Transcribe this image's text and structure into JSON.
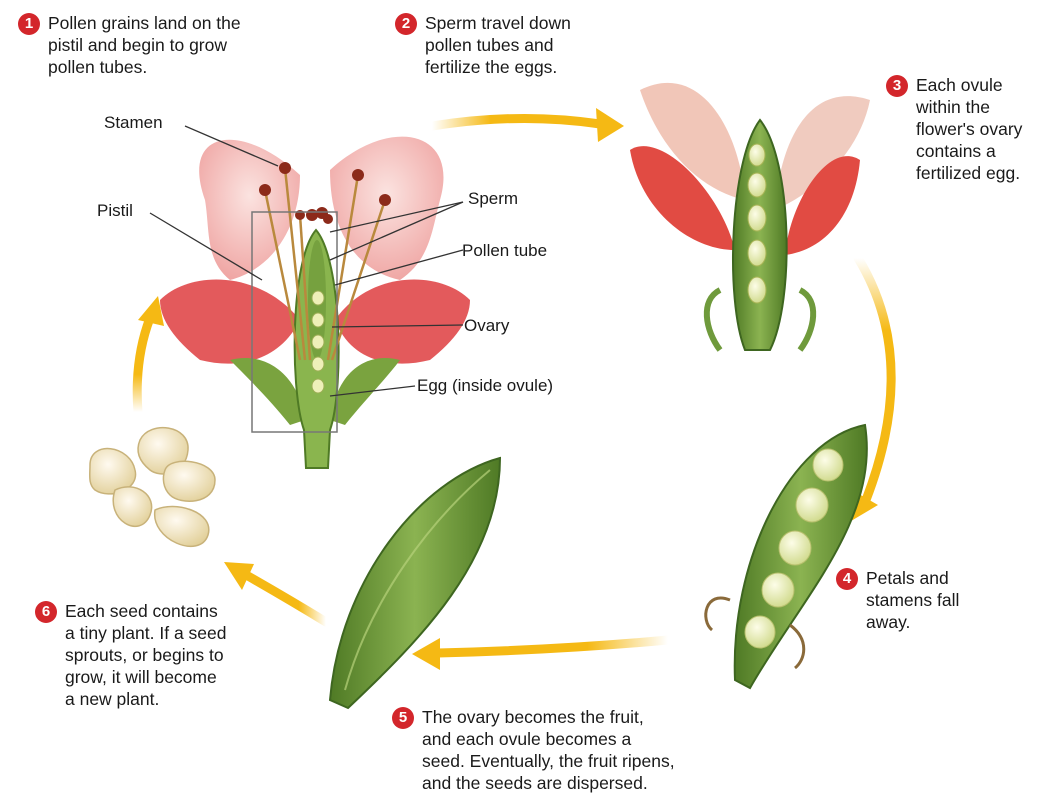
{
  "steps": [
    {
      "number": "1",
      "lines": [
        "Pollen grains land on the",
        "pistil and begin to grow",
        "pollen tubes."
      ]
    },
    {
      "number": "2",
      "lines": [
        "Sperm travel down",
        "pollen tubes and",
        "fertilize the eggs."
      ]
    },
    {
      "number": "3",
      "lines": [
        "Each ovule",
        "within the",
        "flower's ovary",
        "contains a",
        "fertilized egg."
      ]
    },
    {
      "number": "4",
      "lines": [
        "Petals and",
        "stamens fall",
        "away."
      ]
    },
    {
      "number": "5",
      "lines": [
        "The ovary becomes the fruit,",
        "and each ovule becomes a",
        "seed. Eventually, the fruit ripens,",
        "and the seeds are dispersed."
      ]
    },
    {
      "number": "6",
      "lines": [
        "Each seed contains",
        "a tiny plant. If a seed",
        "sprouts, or begins to",
        "grow, it will become",
        "a new plant."
      ]
    }
  ],
  "labels": {
    "stamen": "Stamen",
    "pistil": "Pistil",
    "sperm": "Sperm",
    "pollen_tube": "Pollen tube",
    "ovary": "Ovary",
    "egg": "Egg (inside ovule)"
  },
  "colors": {
    "step_badge": "#d3262b",
    "arrow": "#f5b914",
    "petal_pink": "#f2b7b5",
    "petal_red": "#e04b4b",
    "pod_green": "#6f9a3c",
    "seed_cream": "#f1e6bf"
  }
}
